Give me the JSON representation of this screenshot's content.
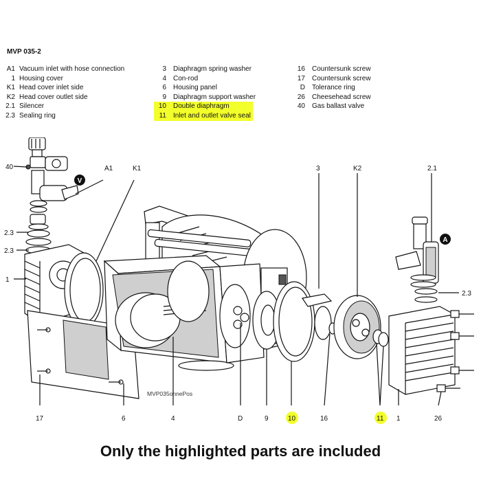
{
  "model": "MVP 035-2",
  "legend": {
    "col1": [
      {
        "code": "A1",
        "desc": "Vacuum inlet with hose connection"
      },
      {
        "code": "1",
        "desc": "Housing cover"
      },
      {
        "code": "K1",
        "desc": "Head cover inlet side"
      },
      {
        "code": "K2",
        "desc": "Head cover outlet side"
      },
      {
        "code": "2.1",
        "desc": "Silencer"
      },
      {
        "code": "2.3",
        "desc": "Sealing ring"
      }
    ],
    "col2": [
      {
        "code": "3",
        "desc": "Diaphragm spring washer"
      },
      {
        "code": "4",
        "desc": "Con-rod"
      },
      {
        "code": "6",
        "desc": "Housing panel"
      },
      {
        "code": "9",
        "desc": "Diaphragm support washer"
      },
      {
        "code": "10",
        "desc": "Double diaphragm"
      },
      {
        "code": "11",
        "desc": "Inlet and outlet valve seal"
      }
    ],
    "col3": [
      {
        "code": "16",
        "desc": "Countersunk screw"
      },
      {
        "code": "17",
        "desc": "Countersunk screw"
      },
      {
        "code": "D",
        "desc": "Tolerance ring"
      },
      {
        "code": "26",
        "desc": "Cheesehead screw"
      },
      {
        "code": "40",
        "desc": "Gas ballast valve"
      }
    ]
  },
  "highlight_color": "#f3ff2a",
  "diagram": {
    "callouts": {
      "l40": "40",
      "lA1": "A1",
      "lK1": "K1",
      "l3": "3",
      "lK2": "K2",
      "l21": "2.1",
      "l23a": "2.3",
      "l23b": "2.3",
      "l23c": "2.3",
      "l1a": "1",
      "b17": "17",
      "b6": "6",
      "b4": "4",
      "bD": "D",
      "b9": "9",
      "b10": "10",
      "b16": "16",
      "b11": "11",
      "b1": "1",
      "b26": "26"
    },
    "direction_in": "V",
    "direction_out": "A",
    "image_caption": "MVP035ohnePos"
  },
  "footer": "Only the highlighted parts are included"
}
